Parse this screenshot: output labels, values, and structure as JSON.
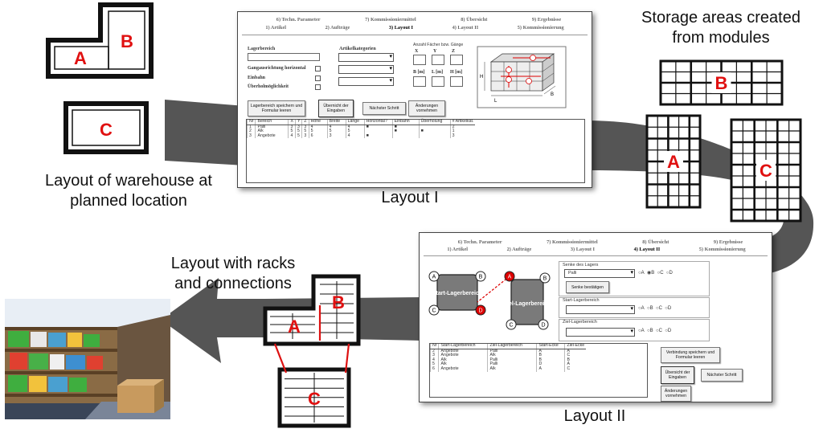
{
  "captions": {
    "warehouse": [
      "Layout of warehouse at",
      "planned location"
    ],
    "storage": [
      "Storage areas created",
      "from modules"
    ],
    "racks": [
      "Layout with racks",
      "and connections"
    ],
    "layout1": "Layout I",
    "layout2": "Layout II"
  },
  "areas": {
    "a": "A",
    "b": "B",
    "c": "C"
  },
  "colors": {
    "area_label": "#e01010",
    "arrow": "#555555",
    "connection": "#dd1111",
    "node_fill": "#7a7a7a"
  },
  "win1": {
    "tabs_top": [
      "6) Techn. Parameter",
      "7) Kommissioniermittel",
      "8) Übersicht",
      "9) Ergebnisse"
    ],
    "tabs_bottom": [
      "1) Artikel",
      "2) Aufträge",
      "3) Layout I",
      "4) Layout II",
      "5) Kommissionierung"
    ],
    "active_tab": "3) Layout I",
    "lagerbereich": "Lagerbereich",
    "gang_label": "Gangausrichtung horizontal",
    "einbahn": "Einbahn",
    "ueberhol": "Überholmöglichkeit",
    "artikelkategorien": "Artikelkategorien",
    "anzahl": "Anzahl Fächer bzw. Gänge",
    "x": "X",
    "y": "Y",
    "z": "Z",
    "b": "B  [m]",
    "l": "L  [m]",
    "h": "H  [m]",
    "dim_h": "H",
    "dim_l": "L",
    "dim_b": "B",
    "btn_save": "Lagerbereich speichern und Formular leeren",
    "btn_take": "Übernicht der Eingaben",
    "btn_next": "Nächster Schritt",
    "btn_changes": "Änderungen vornehmen",
    "table_head": [
      "Nr",
      "Bereich",
      "X",
      "Y",
      "Z",
      "Höhe",
      "Breite",
      "Länge",
      "Horizontal?",
      "Einbahn",
      "Überholung",
      "# Artikelkat."
    ],
    "table_rows": [
      [
        "1",
        "Palli",
        "3",
        "3",
        "3",
        "4",
        "4",
        "4",
        "■",
        "■",
        "",
        "2"
      ],
      [
        "2",
        "Alk",
        "5",
        "5",
        "5",
        "5",
        "5",
        "5",
        "",
        "■",
        "■",
        "1"
      ],
      [
        "3",
        "Angebote",
        "4",
        "5",
        "3",
        "6",
        "3",
        "4",
        "■",
        "",
        "",
        "3"
      ]
    ]
  },
  "win2": {
    "tabs_top": [
      "6) Techn. Parameter",
      "7) Kommissioniermittel",
      "8) Übersicht",
      "9) Ergebnisse"
    ],
    "tabs_bottom": [
      "1) Artikel",
      "2) Aufträge",
      "3) Layout I",
      "4) Layout II",
      "5) Kommissionierung"
    ],
    "active_tab": "4) Layout II",
    "start_label": "Start-Lagerbereich",
    "ziel_label": "Ziel-Lagerbereich",
    "nodes": {
      "a1": "A",
      "b1": "B",
      "c1": "C",
      "d1": "D",
      "a2": "A",
      "b2": "B",
      "c2": "C",
      "d2": "D"
    },
    "senke": "Senke des Lagers",
    "senke_value": "Palli",
    "btn_senke": "Senke bestätigen",
    "start_group": "Start-Lagerbereich",
    "ziel_group": "Ziel-Lagerbereich",
    "radios": [
      "A",
      "B",
      "C",
      "D"
    ],
    "btn_connect": "Verbindung speichern und Formular leeren",
    "btn_take": "Übersicht der Eingaben",
    "btn_next": "Nächster Schritt",
    "btn_changes": "Änderungen vornehmen",
    "table_head": [
      "Nr",
      "Start-Lagerbereich",
      "Ziel-Lagerbereich",
      "Start-Ecke",
      "Ziel-Ecke"
    ],
    "table_rows": [
      [
        "2",
        "Angebote",
        "Palli",
        "A",
        "A"
      ],
      [
        "3",
        "Angebote",
        "Alk",
        "B",
        "C"
      ],
      [
        "4",
        "Alk",
        "Palli",
        "B",
        "B"
      ],
      [
        "5",
        "Alk",
        "Palli",
        "D",
        "A"
      ],
      [
        "6",
        "Angebote",
        "Alk",
        "A",
        "C"
      ]
    ]
  }
}
